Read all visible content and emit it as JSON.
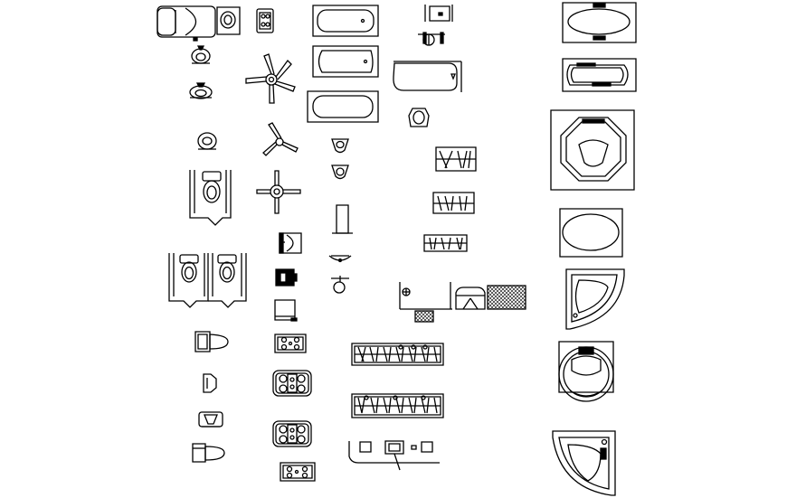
{
  "drawing": {
    "background": "#ffffff",
    "line_color": "#000000",
    "blocks": [
      {
        "name": "bed-with-nightstand-symbol",
        "icon": "bed-icon"
      },
      {
        "name": "stove-top-symbol-small",
        "icon": "stove-icon"
      },
      {
        "name": "bathtub-rect-1-symbol",
        "icon": "bathtub-icon"
      },
      {
        "name": "sink-plan-symbol",
        "icon": "sink-icon"
      },
      {
        "name": "oval-tub-symbol",
        "icon": "oval-tub-icon"
      },
      {
        "name": "wall-lavatory-1-symbol",
        "icon": "lavatory-icon"
      },
      {
        "name": "ceiling-fan-5-blade-symbol",
        "icon": "fan-icon"
      },
      {
        "name": "bathtub-rect-2-symbol",
        "icon": "bathtub-icon"
      },
      {
        "name": "sink-elevation-symbol",
        "icon": "sink-icon"
      },
      {
        "name": "built-in-tub-symbol",
        "icon": "bathtub-icon"
      },
      {
        "name": "wall-lavatory-2-symbol",
        "icon": "lavatory-icon"
      },
      {
        "name": "bathtub-rect-3-symbol",
        "icon": "bathtub-icon"
      },
      {
        "name": "toilet-front-symbol",
        "icon": "toilet-icon"
      },
      {
        "name": "corner-octagon-tub-symbol",
        "icon": "whirlpool-icon"
      },
      {
        "name": "round-basin-symbol",
        "icon": "basin-icon"
      },
      {
        "name": "ceiling-fan-3-blade-symbol",
        "icon": "fan-icon"
      },
      {
        "name": "urinal-1-symbol",
        "icon": "urinal-icon"
      },
      {
        "name": "closet-rod-1-symbol",
        "icon": "closet-icon"
      },
      {
        "name": "toilet-stall-symbol",
        "icon": "toilet-icon"
      },
      {
        "name": "ceiling-fan-4-blade-symbol",
        "icon": "fan-icon"
      },
      {
        "name": "urinal-2-symbol",
        "icon": "urinal-icon"
      },
      {
        "name": "closet-rod-2-symbol",
        "icon": "closet-icon"
      },
      {
        "name": "oval-bath-symbol",
        "icon": "oval-tub-icon"
      },
      {
        "name": "door-elevation-symbol",
        "icon": "door-icon"
      },
      {
        "name": "washbasin-elevation-symbol",
        "icon": "basin-icon"
      },
      {
        "name": "closet-rod-3-symbol",
        "icon": "closet-icon"
      },
      {
        "name": "double-toilet-stall-symbol",
        "icon": "toilet-icon"
      },
      {
        "name": "appliance-filled-symbol",
        "icon": "appliance-icon"
      },
      {
        "name": "wall-hung-fixture-symbol",
        "icon": "fixture-icon"
      },
      {
        "name": "kitchen-counter-symbol",
        "icon": "counter-icon"
      },
      {
        "name": "corner-tub-1-symbol",
        "icon": "corner-tub-icon"
      },
      {
        "name": "dishwasher-symbol",
        "icon": "dishwasher-icon"
      },
      {
        "name": "toilet-plan-1-symbol",
        "icon": "toilet-icon"
      },
      {
        "name": "cooktop-4-burner-symbol",
        "icon": "cooktop-icon"
      },
      {
        "name": "wardrobe-hanging-1-symbol",
        "icon": "wardrobe-icon"
      },
      {
        "name": "round-spa-symbol",
        "icon": "spa-icon"
      },
      {
        "name": "bidet-plan-symbol",
        "icon": "bidet-icon"
      },
      {
        "name": "range-6-burner-symbol",
        "icon": "range-icon"
      },
      {
        "name": "wardrobe-hanging-2-symbol",
        "icon": "wardrobe-icon"
      },
      {
        "name": "toilet-plan-2-symbol",
        "icon": "toilet-icon"
      },
      {
        "name": "range-6-burner-2-symbol",
        "icon": "range-icon"
      },
      {
        "name": "toilet-plan-3-symbol",
        "icon": "toilet-icon"
      },
      {
        "name": "desk-chair-layout-symbol",
        "icon": "desk-icon"
      },
      {
        "name": "corner-tub-2-symbol",
        "icon": "corner-tub-icon"
      },
      {
        "name": "cooktop-4-burner-2-symbol",
        "icon": "cooktop-icon"
      }
    ]
  }
}
